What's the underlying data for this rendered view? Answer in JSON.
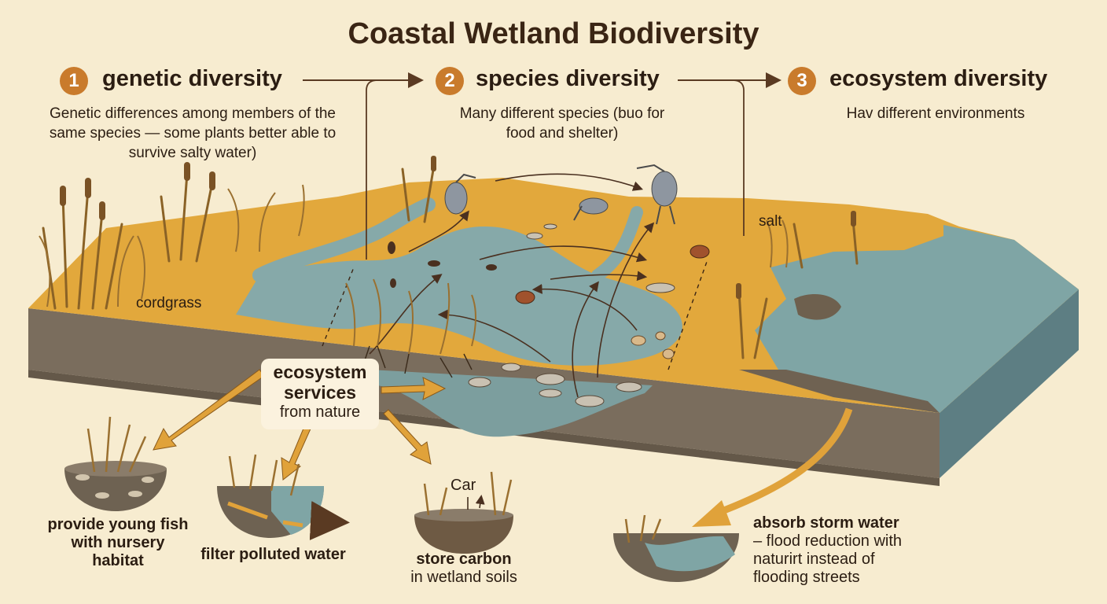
{
  "title": "Coastal Wetland Biodiversity",
  "levels": [
    {
      "number": "1",
      "name": "genetic diversity",
      "description": "Genetic differences among members of the same species — some plants better able to survive salty water)"
    },
    {
      "number": "2",
      "name": "species diversity",
      "description": "Many different species (buo for food and shelter)"
    },
    {
      "number": "3",
      "name": "ecosystem diversity",
      "description": "Hav different environments"
    }
  ],
  "landscape_labels": {
    "cordgrass": "cordgrass",
    "salt": "salt"
  },
  "services_hub": {
    "title": "ecosystem services",
    "subtitle": "from nature"
  },
  "services": [
    {
      "bold": "provide young fish with nursery habitat",
      "normal": ""
    },
    {
      "bold": "filter polluted water",
      "normal": ""
    },
    {
      "bold": "store carbon",
      "normal": "in wetland soils",
      "inset_label": "Car"
    },
    {
      "bold": "absorb storm water",
      "normal": "– flood reduction with naturirt instead of flooding streets"
    }
  ],
  "colors": {
    "background": "#f7ecd0",
    "marsh": "#e2a83c",
    "water": "#7fa5a5",
    "soil": "#7a6d5d",
    "accent": "#c97b2c",
    "arrow": "#e0a23a",
    "text": "#2b1d12"
  },
  "icons": [
    "heron-icon",
    "crab-icon",
    "fish-icon",
    "insect-icon",
    "cattail-icon"
  ]
}
